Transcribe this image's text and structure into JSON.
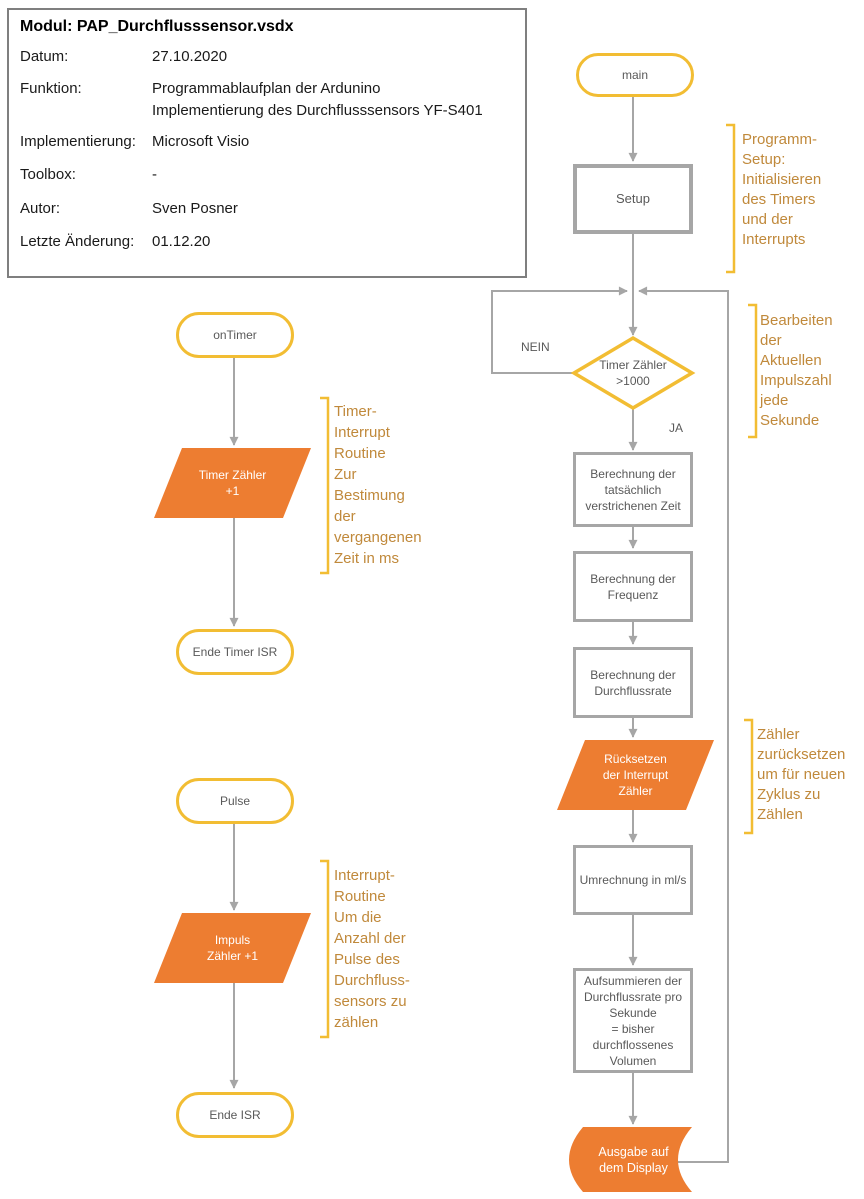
{
  "colors": {
    "accent_yellow": "#F2BD33",
    "accent_orange": "#ED7D31",
    "annotation_text": "#C0893B",
    "line_gray": "#A6A6A6",
    "node_text_gray": "#595959"
  },
  "info_box": {
    "title": "Modul: PAP_Durchflusssensor.vsdx",
    "rows": [
      {
        "label": "Datum:",
        "value": "27.10.2020"
      },
      {
        "label": "Funktion:",
        "value": "Programmablaufplan der Ardunino\nImplementierung des Durchflusssensors YF-S401"
      },
      {
        "label": "Implementierung:",
        "value": "Microsoft Visio"
      },
      {
        "label": "Toolbox:",
        "value": "-"
      },
      {
        "label": "Autor:",
        "value": "Sven Posner"
      },
      {
        "label": "Letzte Änderung:",
        "value": "01.12.20"
      }
    ]
  },
  "main_flow": {
    "start_label": "main",
    "setup_label": "Setup",
    "decision_label": "Timer Zähler\n>1000",
    "no_label": "NEIN",
    "yes_label": "JA",
    "step_elapsed": "Berechnung der tatsächlich verstrichenen Zeit",
    "step_frequency": "Berechnung der Frequenz",
    "step_flowrate": "Berechnung der Durchflussrate",
    "reset_label": "Rücksetzen\nder Interrupt\nZähler",
    "convert_label": "Umrechnung in ml/s",
    "sum_label": "Aufsummieren der Durchflussrate pro Sekunde\n= bisher durchflossenes Volumen",
    "display_label": "Ausgabe auf\ndem Display"
  },
  "timer_flow": {
    "start_label": "onTimer",
    "action_label": "Timer Zähler\n+1",
    "end_label": "Ende Timer ISR"
  },
  "pulse_flow": {
    "start_label": "Pulse",
    "action_label": "Impuls\nZähler +1",
    "end_label": "Ende ISR"
  },
  "annotations": {
    "setup": "Programm-\nSetup:\nInitialisieren\ndes Timers\nund der\nInterrupts",
    "decision": "Bearbeiten\nder\nAktuellen\nImpulszahl\njede\nSekunde",
    "reset": "Zähler\nzurücksetzen\num für neuen\nZyklus zu\nZählen",
    "timer": "Timer-\nInterrupt\nRoutine\nZur\nBestimung\nder\nvergangenen\nZeit in ms",
    "pulse": "Interrupt-\nRoutine\nUm die\nAnzahl der\nPulse des\nDurchfluss-\nsensors zu\nzählen"
  }
}
